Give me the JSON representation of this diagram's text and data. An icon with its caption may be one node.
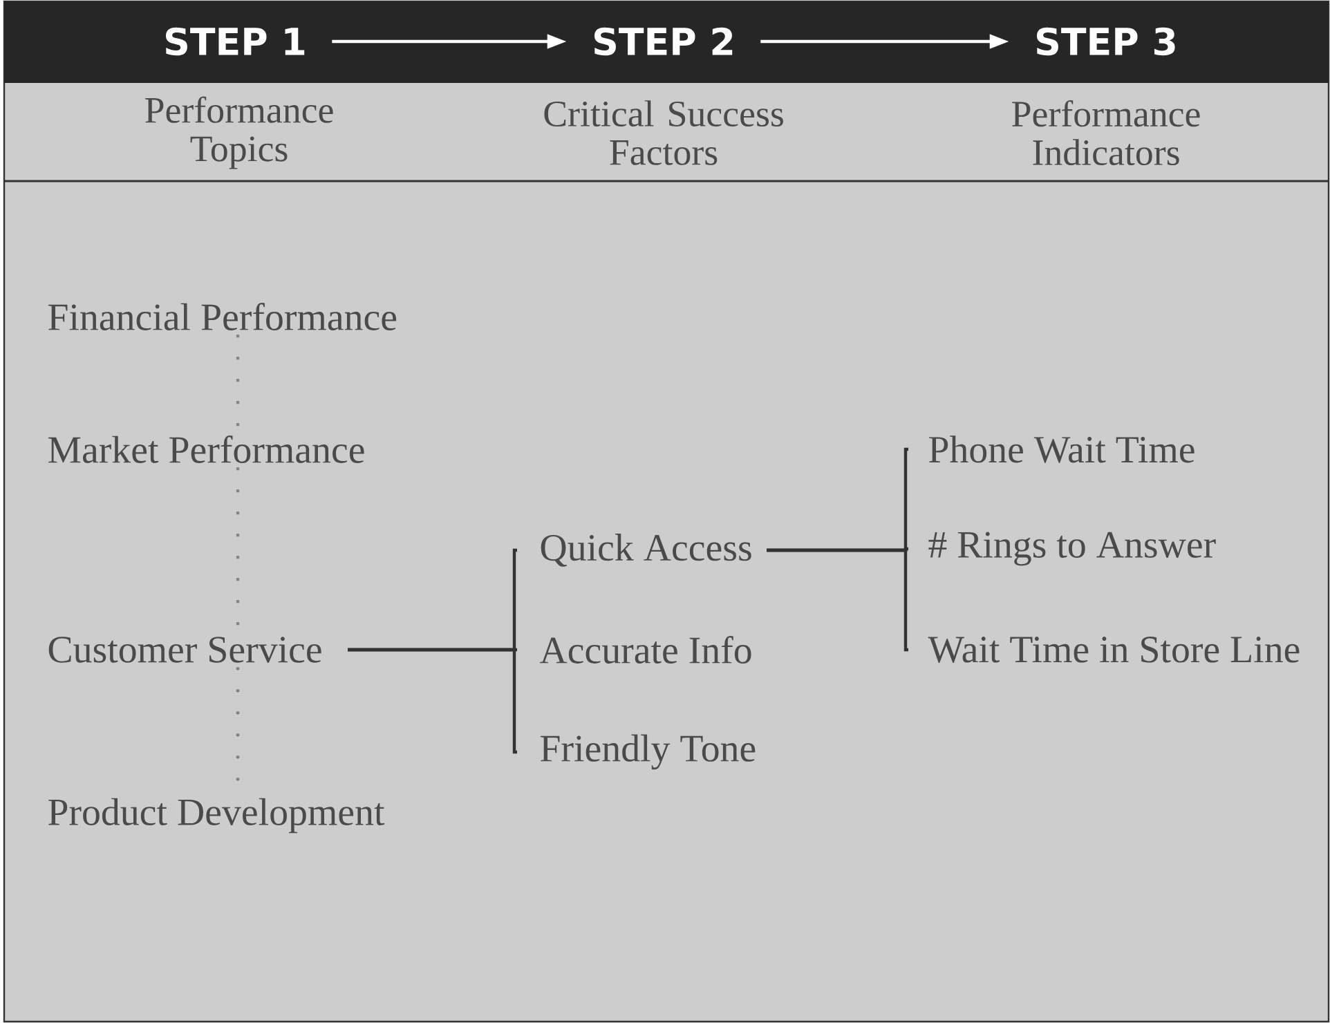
{
  "diagram": {
    "nodes": [
      {
        "text": [
          "STEP 1"
        ]
      },
      {
        "text": [
          "STEP 2"
        ]
      },
      {
        "text": [
          "STEP 3"
        ]
      },
      {
        "text": [
          "Financial Performance"
        ]
      },
      {
        "text": [
          "Market Performance"
        ]
      },
      {
        "text": [
          "Customer Service"
        ]
      },
      {
        "text": [
          "Product Development"
        ]
      },
      {
        "text": [
          "Quick Access"
        ]
      },
      {
        "text": [
          "Accurate Info"
        ]
      },
      {
        "text": [
          "Friendly Tone"
        ]
      },
      {
        "text": [
          "Phone Wait Time"
        ]
      },
      {
        "text": [
          "# Rings to Answer"
        ]
      },
      {
        "text": [
          "Wait Time in Store Line"
        ]
      }
    ],
    "edges": [
      {
        "from": 0,
        "to": 1,
        "arrow": "to",
        "color": "#ffffff"
      },
      {
        "from": 1,
        "to": 2,
        "arrow": "to",
        "color": "#ffffff"
      },
      {
        "from": 3,
        "to": 4,
        "arrow": "none",
        "style": "dashed"
      },
      {
        "from": 4,
        "to": 5,
        "arrow": "none",
        "style": "dashed"
      },
      {
        "from": 5,
        "to": 6,
        "arrow": "none",
        "style": "dashed"
      },
      {
        "from": 5,
        "to": 7,
        "arrow": "none"
      },
      {
        "from": 5,
        "to": 8,
        "arrow": "none"
      },
      {
        "from": 5,
        "to": 9,
        "arrow": "none"
      },
      {
        "from": 7,
        "to": 10,
        "arrow": "none"
      },
      {
        "from": 7,
        "to": 11,
        "arrow": "none"
      },
      {
        "from": 7,
        "to": 12,
        "arrow": "none"
      }
    ],
    "labels": [
      "Performance Topics",
      "Critical Success Factors",
      "Performance Indicators"
    ]
  }
}
